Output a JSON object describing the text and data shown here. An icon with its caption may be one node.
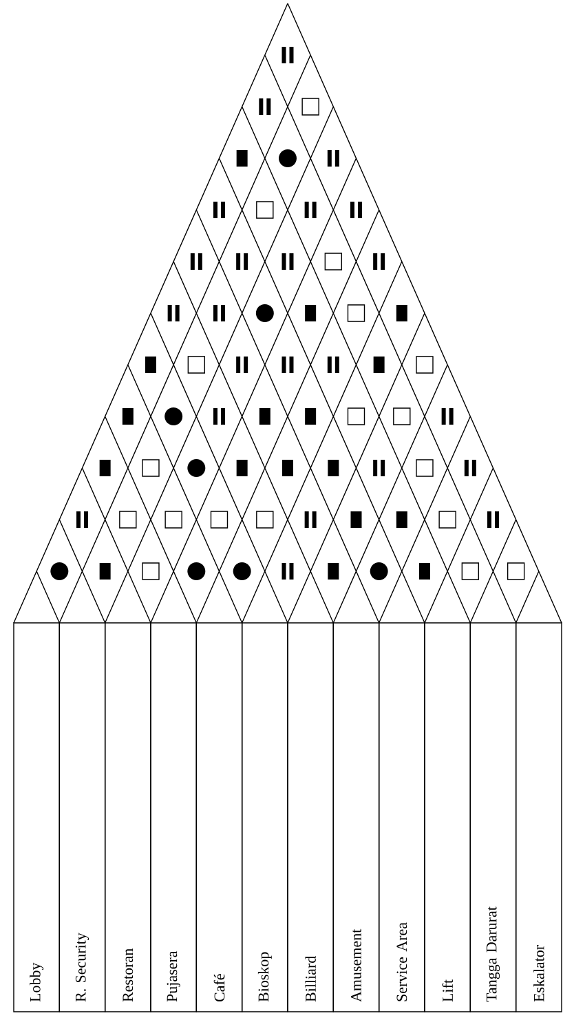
{
  "diagram": {
    "nodes": [
      {
        "text": [
          "Lobby"
        ]
      },
      {
        "text": [
          "R. Security"
        ]
      },
      {
        "text": [
          "Restoran"
        ]
      },
      {
        "text": [
          "Pujasera"
        ]
      },
      {
        "text": [
          "Café"
        ]
      },
      {
        "text": [
          "Bioskop"
        ]
      },
      {
        "text": [
          "Billiard"
        ]
      },
      {
        "text": [
          "Amusement"
        ]
      },
      {
        "text": [
          "Service Area"
        ]
      },
      {
        "text": [
          "Lift"
        ]
      },
      {
        "text": [
          "Tangga Darurat"
        ]
      },
      {
        "text": [
          "Eskalator"
        ]
      },
      {
        "text": [],
        "shape": "double-bar"
      },
      {
        "text": [],
        "shape": "double-bar"
      },
      {
        "text": [],
        "shape": "square"
      },
      {
        "text": [],
        "shape": "bar"
      },
      {
        "text": [],
        "shape": "circle"
      },
      {
        "text": [],
        "shape": "double-bar"
      },
      {
        "text": [],
        "shape": "double-bar"
      },
      {
        "text": [],
        "shape": "square"
      },
      {
        "text": [],
        "shape": "double-bar"
      },
      {
        "text": [],
        "shape": "double-bar"
      },
      {
        "text": [],
        "shape": "double-bar"
      },
      {
        "text": [],
        "shape": "double-bar"
      },
      {
        "text": [],
        "shape": "double-bar"
      },
      {
        "text": [],
        "shape": "square"
      },
      {
        "text": [],
        "shape": "double-bar"
      },
      {
        "text": [],
        "shape": "double-bar"
      },
      {
        "text": [],
        "shape": "double-bar"
      },
      {
        "text": [],
        "shape": "circle"
      },
      {
        "text": [],
        "shape": "bar"
      },
      {
        "text": [],
        "shape": "square"
      },
      {
        "text": [],
        "shape": "bar"
      },
      {
        "text": [],
        "shape": "bar"
      },
      {
        "text": [],
        "shape": "square"
      },
      {
        "text": [],
        "shape": "double-bar"
      },
      {
        "text": [],
        "shape": "double-bar"
      },
      {
        "text": [],
        "shape": "double-bar"
      },
      {
        "text": [],
        "shape": "bar"
      },
      {
        "text": [],
        "shape": "square"
      },
      {
        "text": [],
        "shape": "bar"
      },
      {
        "text": [],
        "shape": "circle"
      },
      {
        "text": [],
        "shape": "double-bar"
      },
      {
        "text": [],
        "shape": "bar"
      },
      {
        "text": [],
        "shape": "bar"
      },
      {
        "text": [],
        "shape": "square"
      },
      {
        "text": [],
        "shape": "square"
      },
      {
        "text": [],
        "shape": "double-bar"
      },
      {
        "text": [],
        "shape": "bar"
      },
      {
        "text": [],
        "shape": "square"
      },
      {
        "text": [],
        "shape": "circle"
      },
      {
        "text": [],
        "shape": "bar"
      },
      {
        "text": [],
        "shape": "bar"
      },
      {
        "text": [],
        "shape": "bar"
      },
      {
        "text": [],
        "shape": "double-bar"
      },
      {
        "text": [],
        "shape": "square"
      },
      {
        "text": [],
        "shape": "double-bar"
      },
      {
        "text": [],
        "shape": "double-bar"
      },
      {
        "text": [],
        "shape": "square"
      },
      {
        "text": [],
        "shape": "square"
      },
      {
        "text": [],
        "shape": "square"
      },
      {
        "text": [],
        "shape": "square"
      },
      {
        "text": [],
        "shape": "double-bar"
      },
      {
        "text": [],
        "shape": "bar"
      },
      {
        "text": [],
        "shape": "bar"
      },
      {
        "text": [],
        "shape": "square"
      },
      {
        "text": [],
        "shape": "double-bar"
      },
      {
        "text": [],
        "shape": "circle"
      },
      {
        "text": [],
        "shape": "bar"
      },
      {
        "text": [],
        "shape": "square"
      },
      {
        "text": [],
        "shape": "circle"
      },
      {
        "text": [],
        "shape": "circle"
      },
      {
        "text": [],
        "shape": "double-bar"
      },
      {
        "text": [],
        "shape": "bar"
      },
      {
        "text": [],
        "shape": "circle"
      },
      {
        "text": [],
        "shape": "bar"
      },
      {
        "text": [],
        "shape": "square"
      },
      {
        "text": [],
        "shape": "square"
      }
    ]
  }
}
